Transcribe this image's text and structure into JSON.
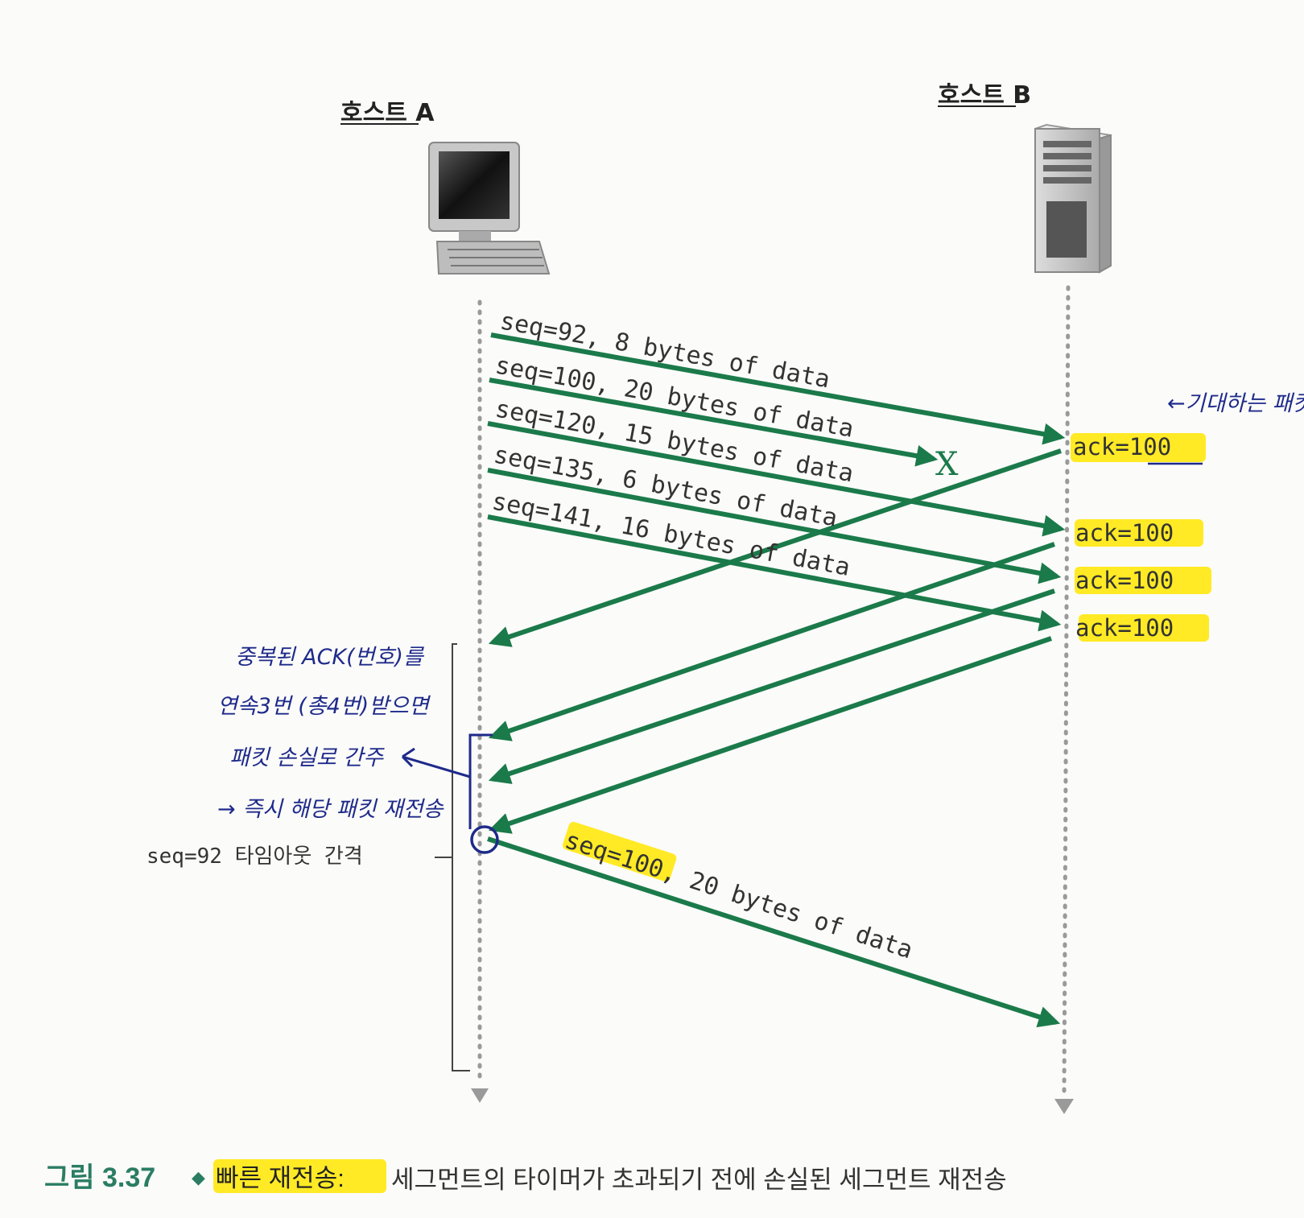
{
  "hosts": {
    "a_label": "호스트 A",
    "b_label": "호스트 B",
    "a_icon": "desktop-computer-icon",
    "b_icon": "server-tower-icon"
  },
  "segments": [
    {
      "label": "seq=92, 8 bytes of data",
      "lost": false
    },
    {
      "label": "seq=100, 20 bytes of data",
      "lost": true
    },
    {
      "label": "seq=120, 15 bytes of data",
      "lost": false
    },
    {
      "label": "seq=135, 6 bytes of data",
      "lost": false
    },
    {
      "label": "seq=141, 16 bytes of data",
      "lost": false
    }
  ],
  "loss_marker": "X",
  "acks": [
    "ack=100",
    "ack=100",
    "ack=100",
    "ack=100"
  ],
  "retransmission": {
    "label": "seq=100, 20 bytes of data"
  },
  "timeout_label": "seq=92 타임아웃 간격",
  "handwritten_notes": {
    "expected_packet": "←기대하는 패킷",
    "line1": "중복된 ACK(번호)를",
    "line2": "연속3번 (총4번)받으면",
    "line3": "패킷 손실로 간주",
    "line4": "→ 즉시 해당 패킷 재전송"
  },
  "caption": {
    "number": "그림 3.37",
    "bullet": "◆",
    "title": "빠른 재전송:",
    "text": "세그먼트의 타이머가 초과되기 전에 손실된 세그먼트 재전송"
  },
  "colors": {
    "arrow": "#1b7a4a",
    "highlight": "#ffe600",
    "pen": "#1e2a8a",
    "caption_accent": "#2a7d63"
  }
}
